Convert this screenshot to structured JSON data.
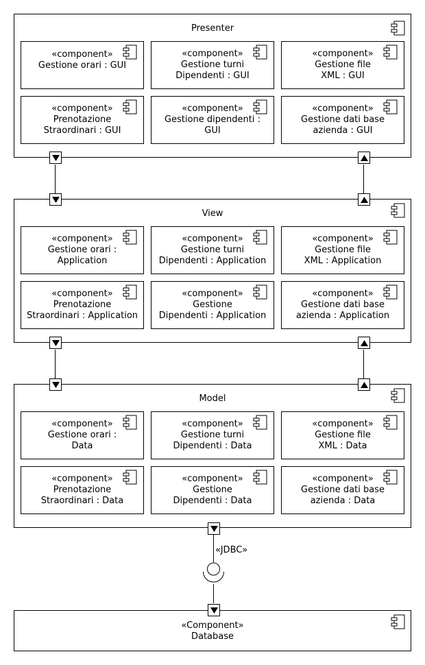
{
  "presenter": {
    "title": "Presenter",
    "components": [
      {
        "stereotype": "«component»",
        "line1": "Gestione orari : GUI",
        "line2": ""
      },
      {
        "stereotype": "«component»",
        "line1": "Gestione turni",
        "line2": "Dipendenti : GUI"
      },
      {
        "stereotype": "«component»",
        "line1": "Gestione file",
        "line2": "XML : GUI"
      },
      {
        "stereotype": "«component»",
        "line1": "Prenotazione",
        "line2": "Straordinari : GUI"
      },
      {
        "stereotype": "«component»",
        "line1": "Gestione dipendenti :",
        "line2": "GUI"
      },
      {
        "stereotype": "«component»",
        "line1": "Gestione dati base",
        "line2": "azienda : GUI"
      }
    ]
  },
  "view": {
    "title": "View",
    "components": [
      {
        "stereotype": "«component»",
        "line1": "Gestione orari :",
        "line2": "Application"
      },
      {
        "stereotype": "«component»",
        "line1": "Gestione turni",
        "line2": "Dipendenti : Application"
      },
      {
        "stereotype": "«component»",
        "line1": "Gestione file",
        "line2": "XML : Application"
      },
      {
        "stereotype": "«component»",
        "line1": "Prenotazione",
        "line2": "Straordinari : Application"
      },
      {
        "stereotype": "«component»",
        "line1": "Gestione",
        "line2": "Dipendenti : Application"
      },
      {
        "stereotype": "«component»",
        "line1": "Gestione dati base",
        "line2": "azienda : Application"
      }
    ]
  },
  "model": {
    "title": "Model",
    "components": [
      {
        "stereotype": "«component»",
        "line1": "Gestione orari :",
        "line2": "Data"
      },
      {
        "stereotype": "«component»",
        "line1": "Gestione turni",
        "line2": "Dipendenti : Data"
      },
      {
        "stereotype": "«component»",
        "line1": "Gestione file",
        "line2": "XML : Data"
      },
      {
        "stereotype": "«component»",
        "line1": "Prenotazione",
        "line2": "Straordinari : Data"
      },
      {
        "stereotype": "«component»",
        "line1": "Gestione",
        "line2": "Dipendenti : Data"
      },
      {
        "stereotype": "«component»",
        "line1": "Gestione dati base",
        "line2": "azienda : Data"
      }
    ]
  },
  "interface_label": "«JDBC»",
  "database": {
    "stereotype": "«Component»",
    "name": "Database"
  },
  "icons": {
    "component": "uml-component-icon",
    "port_down": "down-arrow-port-icon",
    "port_up": "up-arrow-port-icon"
  }
}
